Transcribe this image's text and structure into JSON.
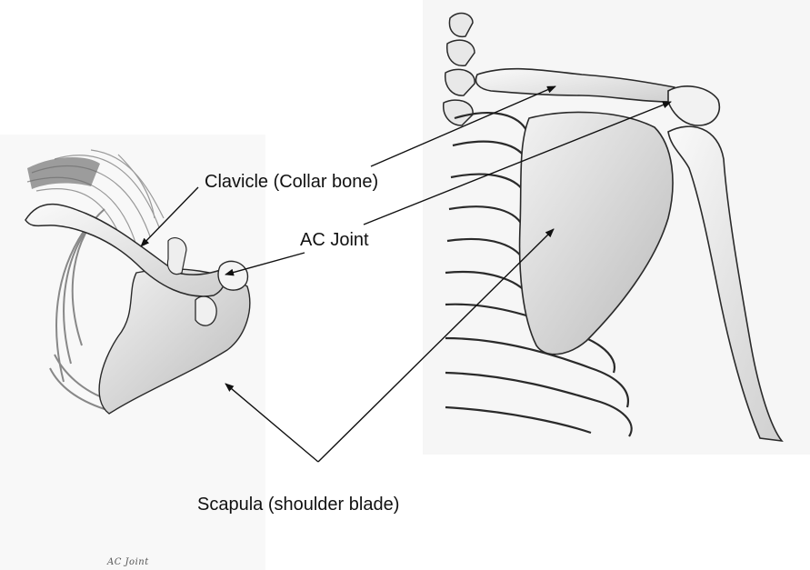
{
  "labels": {
    "clavicle": "Clavicle (Collar bone)",
    "ac_joint": "AC Joint",
    "scapula": "Scapula (shoulder blade)"
  },
  "sketch_caption": "AC Joint",
  "colors": {
    "line": "#111111",
    "bone_fill": "#f4f4f4",
    "bone_shade": "#bdbdbd",
    "bone_outline": "#2a2a2a",
    "panel_bg": "#f7f7f7"
  },
  "illustrations": [
    {
      "name": "left-sketch",
      "depicts": "shoulder girdle, side view"
    },
    {
      "name": "right-sketch",
      "depicts": "shoulder with ribcage and humerus, front view"
    }
  ]
}
